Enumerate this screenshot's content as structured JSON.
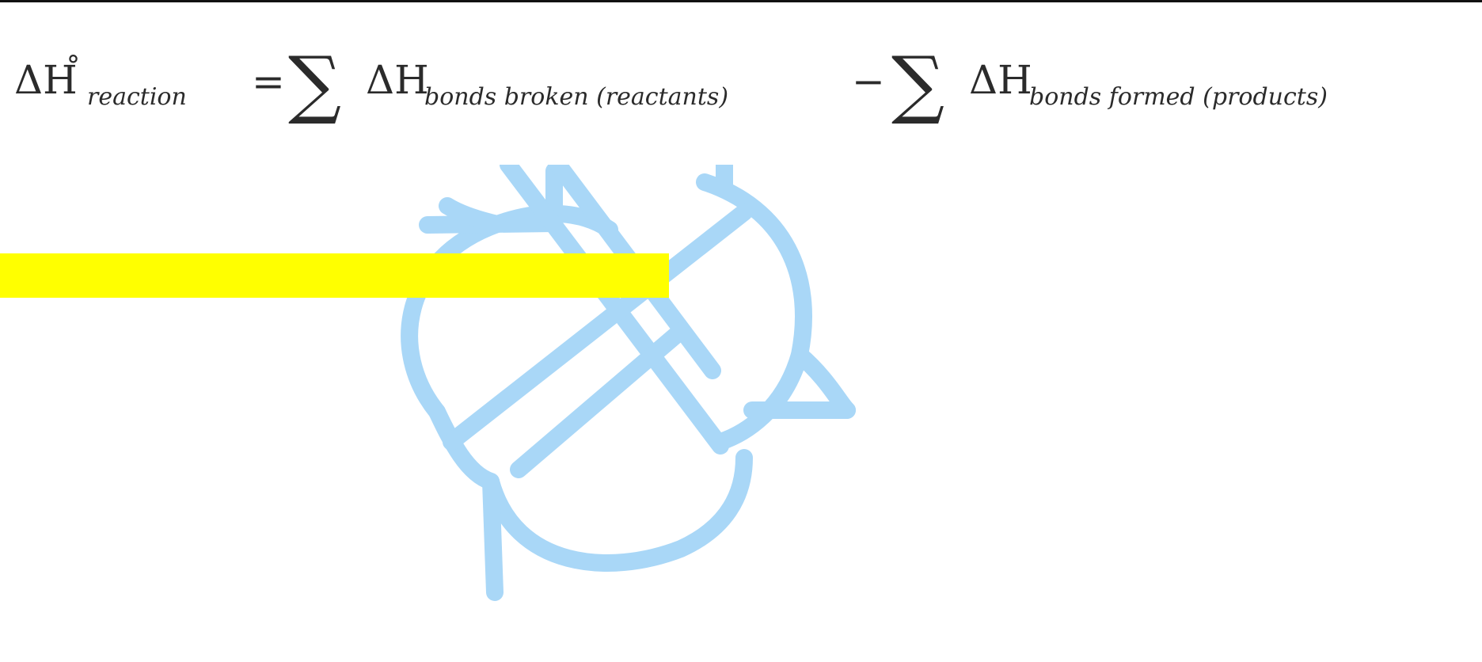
{
  "equation": {
    "lhs_delta": "ΔH",
    "lhs_degree": "°",
    "lhs_subscript": "reaction",
    "equals": "=",
    "sum_symbol": "∑",
    "term1_delta": "ΔH",
    "term1_subscript": "bonds broken (reactants)",
    "minus": "−",
    "term2_delta": "ΔH",
    "term2_subscript": "bonds formed (products)"
  },
  "watermark": {
    "icon": "circular-arrows-cross-logo-icon",
    "color": "#a9d7f7"
  },
  "highlight": {
    "color": "#ffff00"
  }
}
